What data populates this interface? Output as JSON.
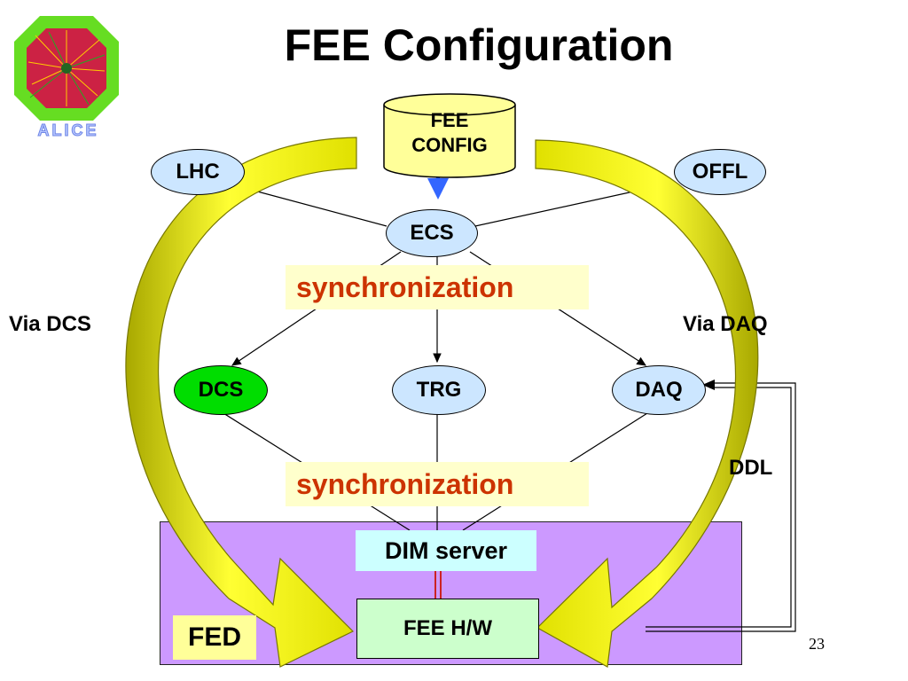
{
  "title": "FEE Configuration",
  "logo_text": "ALICE",
  "fee_config": [
    "FEE",
    "CONFIG"
  ],
  "nodes": {
    "lhc": "LHC",
    "offl": "OFFL",
    "ecs": "ECS",
    "dcs": "DCS",
    "trg": "TRG",
    "daq": "DAQ"
  },
  "sync_top": "synchronization",
  "sync_bottom": "synchronization",
  "via_dcs": "Via DCS",
  "via_daq": "Via DAQ",
  "ddl": "DDL",
  "dim_server": "DIM server",
  "fee_hw": "FEE H/W",
  "fed": "FED",
  "page_number": "23",
  "colors": {
    "node_fill": "#cce6ff",
    "dcs_fill": "#00dd00",
    "sync_text": "#cc3300",
    "sync_bg": "#ffffcc",
    "fed_area": "#cc99ff",
    "arrow_fill": "#ffff00",
    "arrow_shade": "#b8b800",
    "link_arrow": "#3366ff"
  }
}
